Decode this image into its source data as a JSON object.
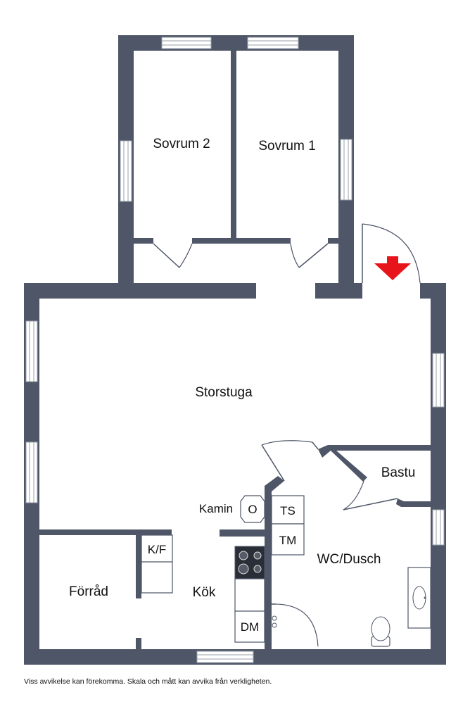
{
  "rooms": {
    "sovrum2": "Sovrum 2",
    "sovrum1": "Sovrum 1",
    "storstuga": "Storstuga",
    "bastu": "Bastu",
    "kamin": "Kamin",
    "wc_dusch": "WC/Dusch",
    "forrad": "Förråd",
    "kok": "Kök"
  },
  "fixtures": {
    "ts": "TS",
    "tm": "TM",
    "kf": "K/F",
    "dm": "DM",
    "kamin_symbol": "O"
  },
  "colors": {
    "wall": "#4e5668",
    "entrance_arrow": "#e8141c"
  },
  "footer": {
    "disclaimer": "Viss avvikelse kan förekomma. Skala och mått kan avvika från verkligheten."
  }
}
